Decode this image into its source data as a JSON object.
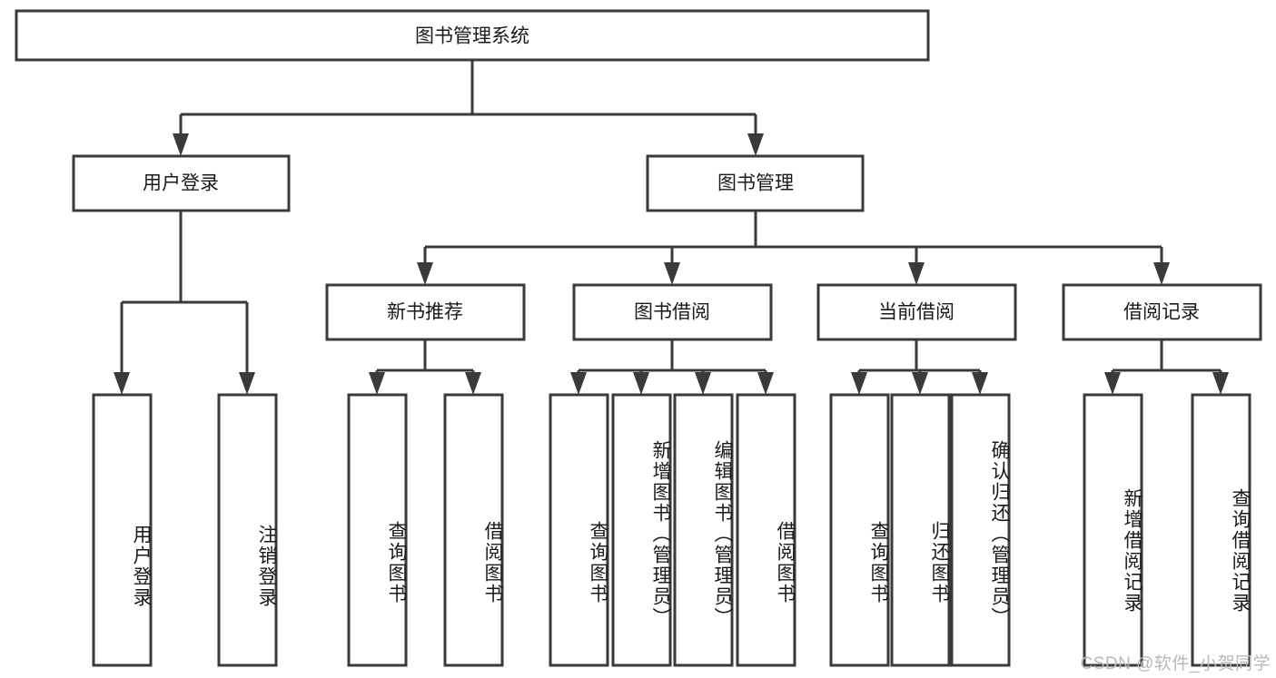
{
  "diagram": {
    "title": "图书管理系统",
    "type": "hierarchy-tree",
    "levels": 4,
    "root": {
      "label": "图书管理系统",
      "name": "root-node-book-management-system"
    },
    "level2": [
      {
        "label": "用户登录",
        "name": "node-user-login"
      },
      {
        "label": "图书管理",
        "name": "node-book-management"
      }
    ],
    "level3": [
      {
        "label": "新书推荐",
        "name": "node-new-book-recommend"
      },
      {
        "label": "图书借阅",
        "name": "node-book-borrow"
      },
      {
        "label": "当前借阅",
        "name": "node-current-borrow"
      },
      {
        "label": "借阅记录",
        "name": "node-borrow-record"
      }
    ],
    "leaves": {
      "user_login": [
        {
          "label": "用户登录",
          "name": "leaf-user-login"
        },
        {
          "label": "注销登录",
          "name": "leaf-logout"
        }
      ],
      "new_book_recommend": [
        {
          "label": "查询图书",
          "name": "leaf-query-book-recommend"
        },
        {
          "label": "借阅图书",
          "name": "leaf-borrow-book-recommend"
        }
      ],
      "book_borrow": [
        {
          "label": "查询图书",
          "name": "leaf-query-book-borrow"
        },
        {
          "label": "新增图书（管理员）",
          "name": "leaf-add-book-admin"
        },
        {
          "label": "编辑图书（管理员）",
          "name": "leaf-edit-book-admin"
        },
        {
          "label": "借阅图书",
          "name": "leaf-borrow-book"
        }
      ],
      "current_borrow": [
        {
          "label": "查询图书",
          "name": "leaf-query-book-current"
        },
        {
          "label": "归还图书",
          "name": "leaf-return-book"
        },
        {
          "label": "确认归还（管理员）",
          "name": "leaf-confirm-return-admin"
        }
      ],
      "borrow_record": [
        {
          "label": "新增借阅记录",
          "name": "leaf-add-borrow-record"
        },
        {
          "label": "查询借阅记录",
          "name": "leaf-query-borrow-record"
        }
      ]
    },
    "watermark": "CSDN @软件_小贺同学",
    "colors": {
      "stroke": "#3a3a3a",
      "fill": "#ffffff",
      "text": "#1a1a1a",
      "watermark": "#b9b9b9"
    }
  }
}
